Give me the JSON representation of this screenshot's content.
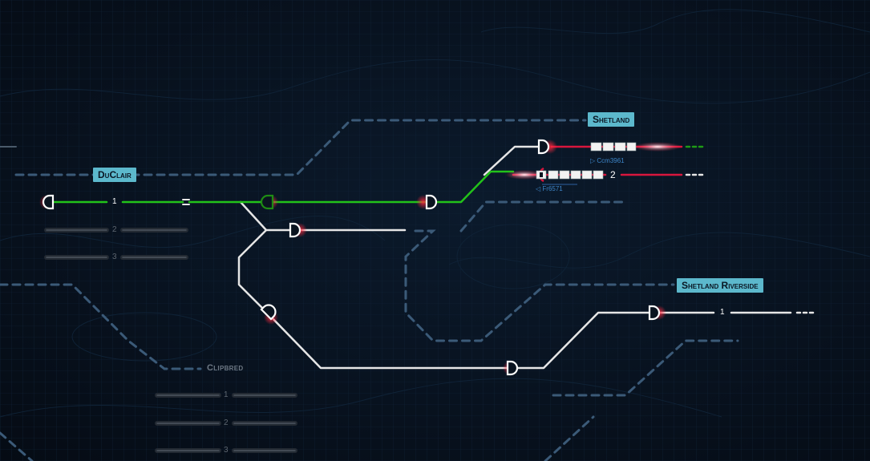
{
  "stations": {
    "duclair": "DuClair",
    "shetland": "Shetland",
    "shetland_riverside": "Shetland Riverside",
    "clipbred": "Clipbred"
  },
  "platforms": {
    "duclair": [
      "1",
      "2",
      "3"
    ],
    "shetland_p2": "2",
    "riverside_p1": "1",
    "clipbred": [
      "1",
      "2",
      "3"
    ]
  },
  "trains": [
    {
      "id": "Ccm3961",
      "direction": "right"
    },
    {
      "id": "Fr6571",
      "direction": "left"
    }
  ],
  "colors": {
    "active_route": "#22c21a",
    "track": "#e6e6e6",
    "occupied": "#d8163d",
    "ghost_route": "#3b5a78",
    "label_bg": "#5cb8cc",
    "train_id": "#3d86c9"
  }
}
